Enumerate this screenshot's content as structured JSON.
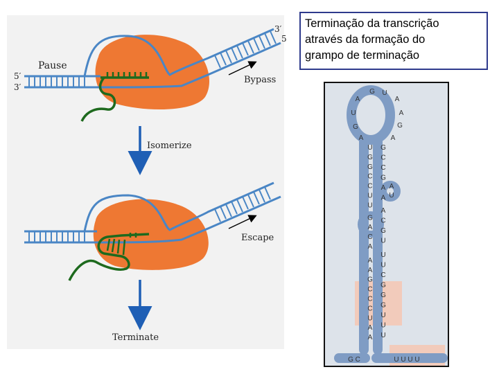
{
  "title": {
    "line1": "Terminação da transcrição",
    "line2": "através da formação do",
    "line3": "grampo de terminação"
  },
  "mechanism": {
    "labels": {
      "pause": "Pause",
      "bypass": "Bypass",
      "isomerize": "Isomerize",
      "escape": "Escape",
      "terminate": "Terminate",
      "five_prime_left": "5′",
      "three_prime_left": "3′",
      "three_prime_top": "3′",
      "five_top": "5"
    },
    "colors": {
      "polymerase": "#ee7833",
      "dna": "#4a86c5",
      "rna": "#1e6a1e",
      "arrow": "#1f5fb5"
    }
  },
  "hairpin": {
    "loop_left": [
      "A",
      "U",
      "G",
      "A"
    ],
    "loop_top": [
      "G",
      "U"
    ],
    "loop_right": [
      "A",
      "A",
      "G",
      "A"
    ],
    "left_arm": [
      "U",
      "G",
      "G",
      "C",
      "C",
      "U",
      "U",
      "G",
      "A",
      "C",
      "A",
      "A",
      "A",
      "G",
      "C",
      "C",
      "C",
      "U",
      "A",
      "A"
    ],
    "right_arm": [
      "G",
      "C",
      "C",
      "G",
      "A",
      "A",
      "A",
      "C",
      "G",
      "U",
      "U",
      "U",
      "C",
      "G",
      "G",
      "G",
      "U",
      "U",
      "U"
    ],
    "bulge_right": [
      "A",
      "U"
    ],
    "base_left": "G C",
    "base_right": "U U U U",
    "colors": {
      "backbone": "#7f9cc4",
      "highlight": "#f2cbbb"
    }
  }
}
